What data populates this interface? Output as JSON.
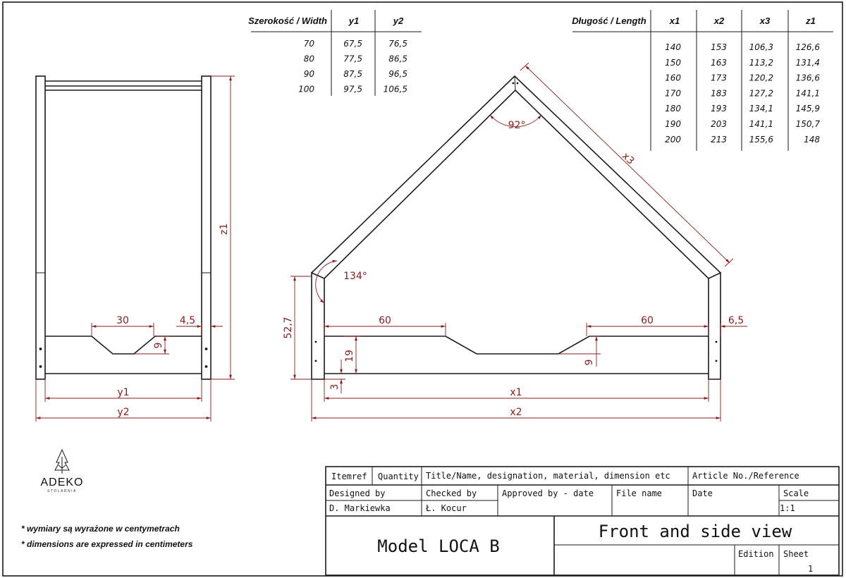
{
  "width_table": {
    "headers": [
      "Szerokość / Width",
      "y1",
      "y2"
    ],
    "rows": [
      [
        "70",
        "67,5",
        "76,5"
      ],
      [
        "80",
        "77,5",
        "86,5"
      ],
      [
        "90",
        "87,5",
        "96,5"
      ],
      [
        "100",
        "97,5",
        "106,5"
      ]
    ]
  },
  "length_table": {
    "headers": [
      "Długość / Length",
      "x1",
      "x2",
      "x3",
      "z1"
    ],
    "rows": [
      [
        "140",
        "153",
        "106,3",
        "126,6"
      ],
      [
        "150",
        "163",
        "113,2",
        "131,4"
      ],
      [
        "160",
        "173",
        "120,2",
        "136,6"
      ],
      [
        "170",
        "183",
        "127,2",
        "141,1"
      ],
      [
        "180",
        "193",
        "134,1",
        "145,9"
      ],
      [
        "190",
        "203",
        "141,1",
        "150,7"
      ],
      [
        "200",
        "213",
        "155,6",
        "148"
      ]
    ]
  },
  "front_view": {
    "dim_z1": "z1",
    "dim_30": "30",
    "dim_45": "4,5",
    "dim_9": "9",
    "dim_y1": "y1",
    "dim_y2": "y2"
  },
  "side_view": {
    "angle_top": "92°",
    "angle_side": "134°",
    "dim_x3": "x3",
    "dim_527": "52,7",
    "dim_60_left": "60",
    "dim_60_right": "60",
    "dim_65": "6,5",
    "dim_19": "19",
    "dim_9": "9",
    "dim_3": "3",
    "dim_x1": "x1",
    "dim_x2": "x2"
  },
  "logo": {
    "name": "ADEKO",
    "subtitle": "STOLARNIA"
  },
  "notes": [
    "* wymiary są wyrażone w centymetrach",
    "* dimensions are expressed in centimeters"
  ],
  "title_block": {
    "itemref": "Itemref",
    "quantity": "Quantity",
    "title_label": "Title/Name, designation, material, dimension etc",
    "article_label": "Article No./Reference",
    "designed_label": "Designed by",
    "designed_value": "D. Markiewka",
    "checked_label": "Checked by",
    "checked_value": "Ł. Kocur",
    "approved_label": "Approved by - date",
    "file_label": "File name",
    "date_label": "Date",
    "scale_label": "Scale",
    "scale_value": "1:1",
    "model": "Model LOCA B",
    "view": "Front and side view",
    "edition_label": "Edition",
    "sheet_label": "Sheet",
    "sheet_value": "1"
  }
}
